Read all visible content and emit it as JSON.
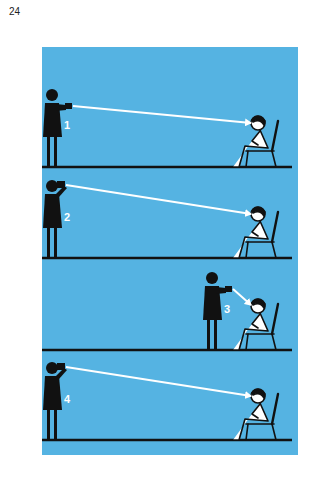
{
  "diagram": {
    "labels": [
      "24",
      "1",
      "2",
      "3",
      "4"
    ]
  }
}
